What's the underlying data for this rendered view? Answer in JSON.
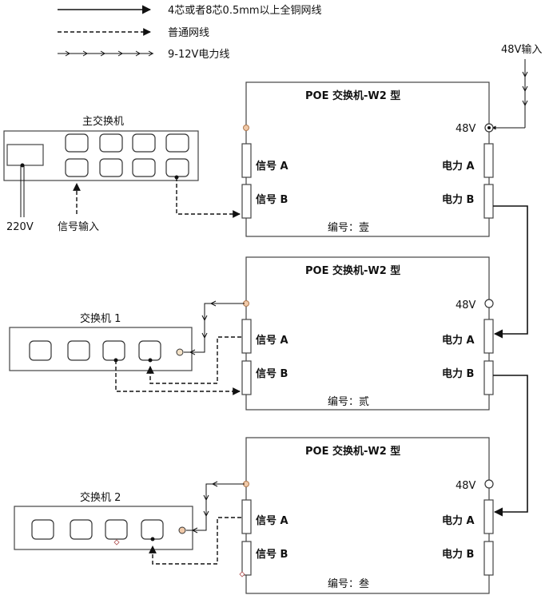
{
  "legend": {
    "copper_line": "4芯或者8芯0.5mm以上全铜网线",
    "normal_line": "普通网线",
    "power_line": "9-12V电力线"
  },
  "input_48v": "48V输入",
  "main_switch": {
    "title": "主交换机",
    "power_label": "220V",
    "signal_label": "信号输入"
  },
  "switch_1": {
    "title": "交换机 1"
  },
  "switch_2": {
    "title": "交换机 2"
  },
  "poe_units": [
    {
      "title": "POE 交换机-W2 型",
      "v48": "48V",
      "sig_a": "信号 A",
      "sig_b": "信号 B",
      "pwr_a": "电力 A",
      "pwr_b": "电力 B",
      "number": "编号：壹"
    },
    {
      "title": "POE 交换机-W2 型",
      "v48": "48V",
      "sig_a": "信号 A",
      "sig_b": "信号 B",
      "pwr_a": "电力 A",
      "pwr_b": "电力 B",
      "number": "编号：贰"
    },
    {
      "title": "POE 交换机-W2 型",
      "v48": "48V",
      "sig_a": "信号 A",
      "sig_b": "信号 B",
      "pwr_a": "电力 A",
      "pwr_b": "电力 B",
      "number": "编号：叁"
    }
  ]
}
